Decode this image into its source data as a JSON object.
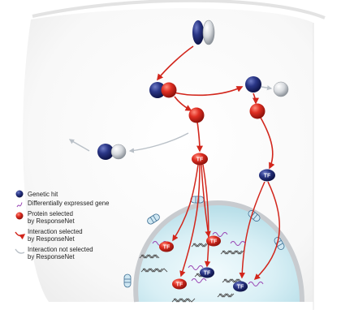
{
  "diagram": {
    "tf_label": "TF",
    "colors": {
      "genetic_hit": "#1d2670",
      "protein_selected": "#d2261c",
      "grey_protein": "#d7dbe0",
      "selected_edge": "#d2261c",
      "unselected_edge": "#b9c0c7",
      "mrna": "#9a47b5",
      "membrane": "#c6c9cd",
      "nucleus_fill": "#d4edf3",
      "pore": "#7dbcd9"
    },
    "icons": {
      "receptor": "receptor-icon",
      "genetic_hit": "blue-sphere-icon",
      "protein": "red-sphere-icon",
      "transcription_factor": "tf-sphere-icon",
      "gene": "dna-strand-icon",
      "expressed_gene": "mrna-squiggle-icon",
      "pore": "nuclear-pore-icon"
    }
  },
  "legend": {
    "items": [
      {
        "label_lines": [
          "Genetic hit"
        ],
        "icon": "blue-sphere-icon"
      },
      {
        "label_lines": [
          "Differentially expressed gene"
        ],
        "icon": "mrna-squiggle-icon"
      },
      {
        "label_lines": [
          "Protein selected",
          "by ResponseNet"
        ],
        "icon": "red-sphere-icon"
      },
      {
        "label_lines": [
          "Interaction selected",
          "by ResponseNet"
        ],
        "icon": "red-arrow-icon"
      },
      {
        "label_lines": [
          "Interaction not selected",
          "by ResponseNet"
        ],
        "icon": "grey-arrow-icon"
      }
    ]
  }
}
